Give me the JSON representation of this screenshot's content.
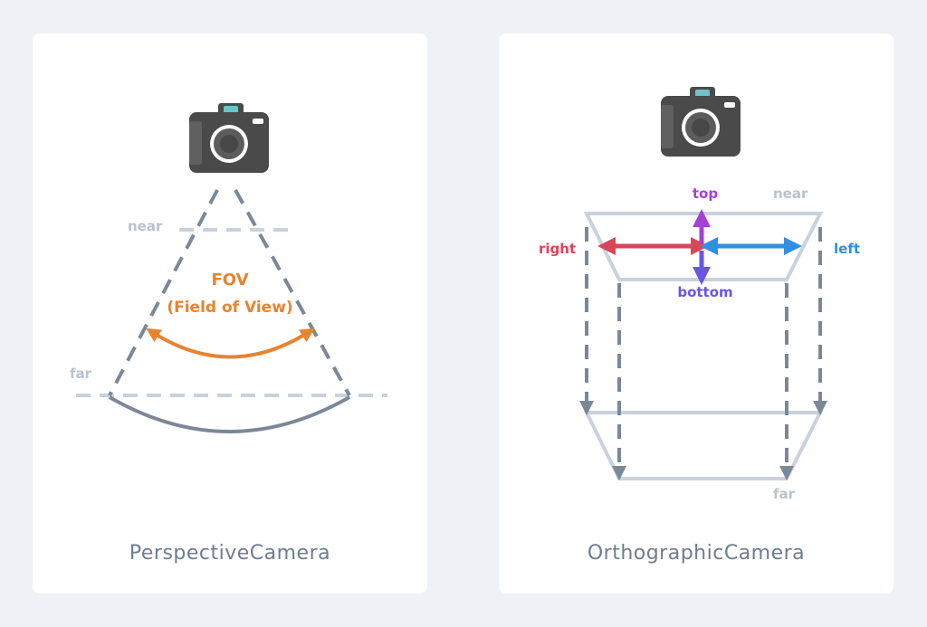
{
  "colors": {
    "page_bg": "#eef2f6",
    "card_bg": "#ffffff",
    "dark_line": "#7a8898",
    "light_line": "#c8d2dc",
    "label_gray": "#b7c3cf",
    "caption": "#6e7d8e",
    "orange": "#e8832f",
    "red": "#d9465a",
    "blue": "#2f8fe0",
    "purple": "#a640d6",
    "violet": "#6a55e6"
  },
  "icons": {
    "camera": "camera-icon"
  },
  "perspective": {
    "near_label": "near",
    "far_label": "far",
    "fov_line1": "FOV",
    "fov_line2": "(Field of View)",
    "caption": "PerspectiveCamera"
  },
  "orthographic": {
    "near_label": "near",
    "far_label": "far",
    "top_label": "top",
    "bottom_label": "bottom",
    "left_label": "left",
    "right_label": "right",
    "caption": "OrthographicCamera"
  }
}
